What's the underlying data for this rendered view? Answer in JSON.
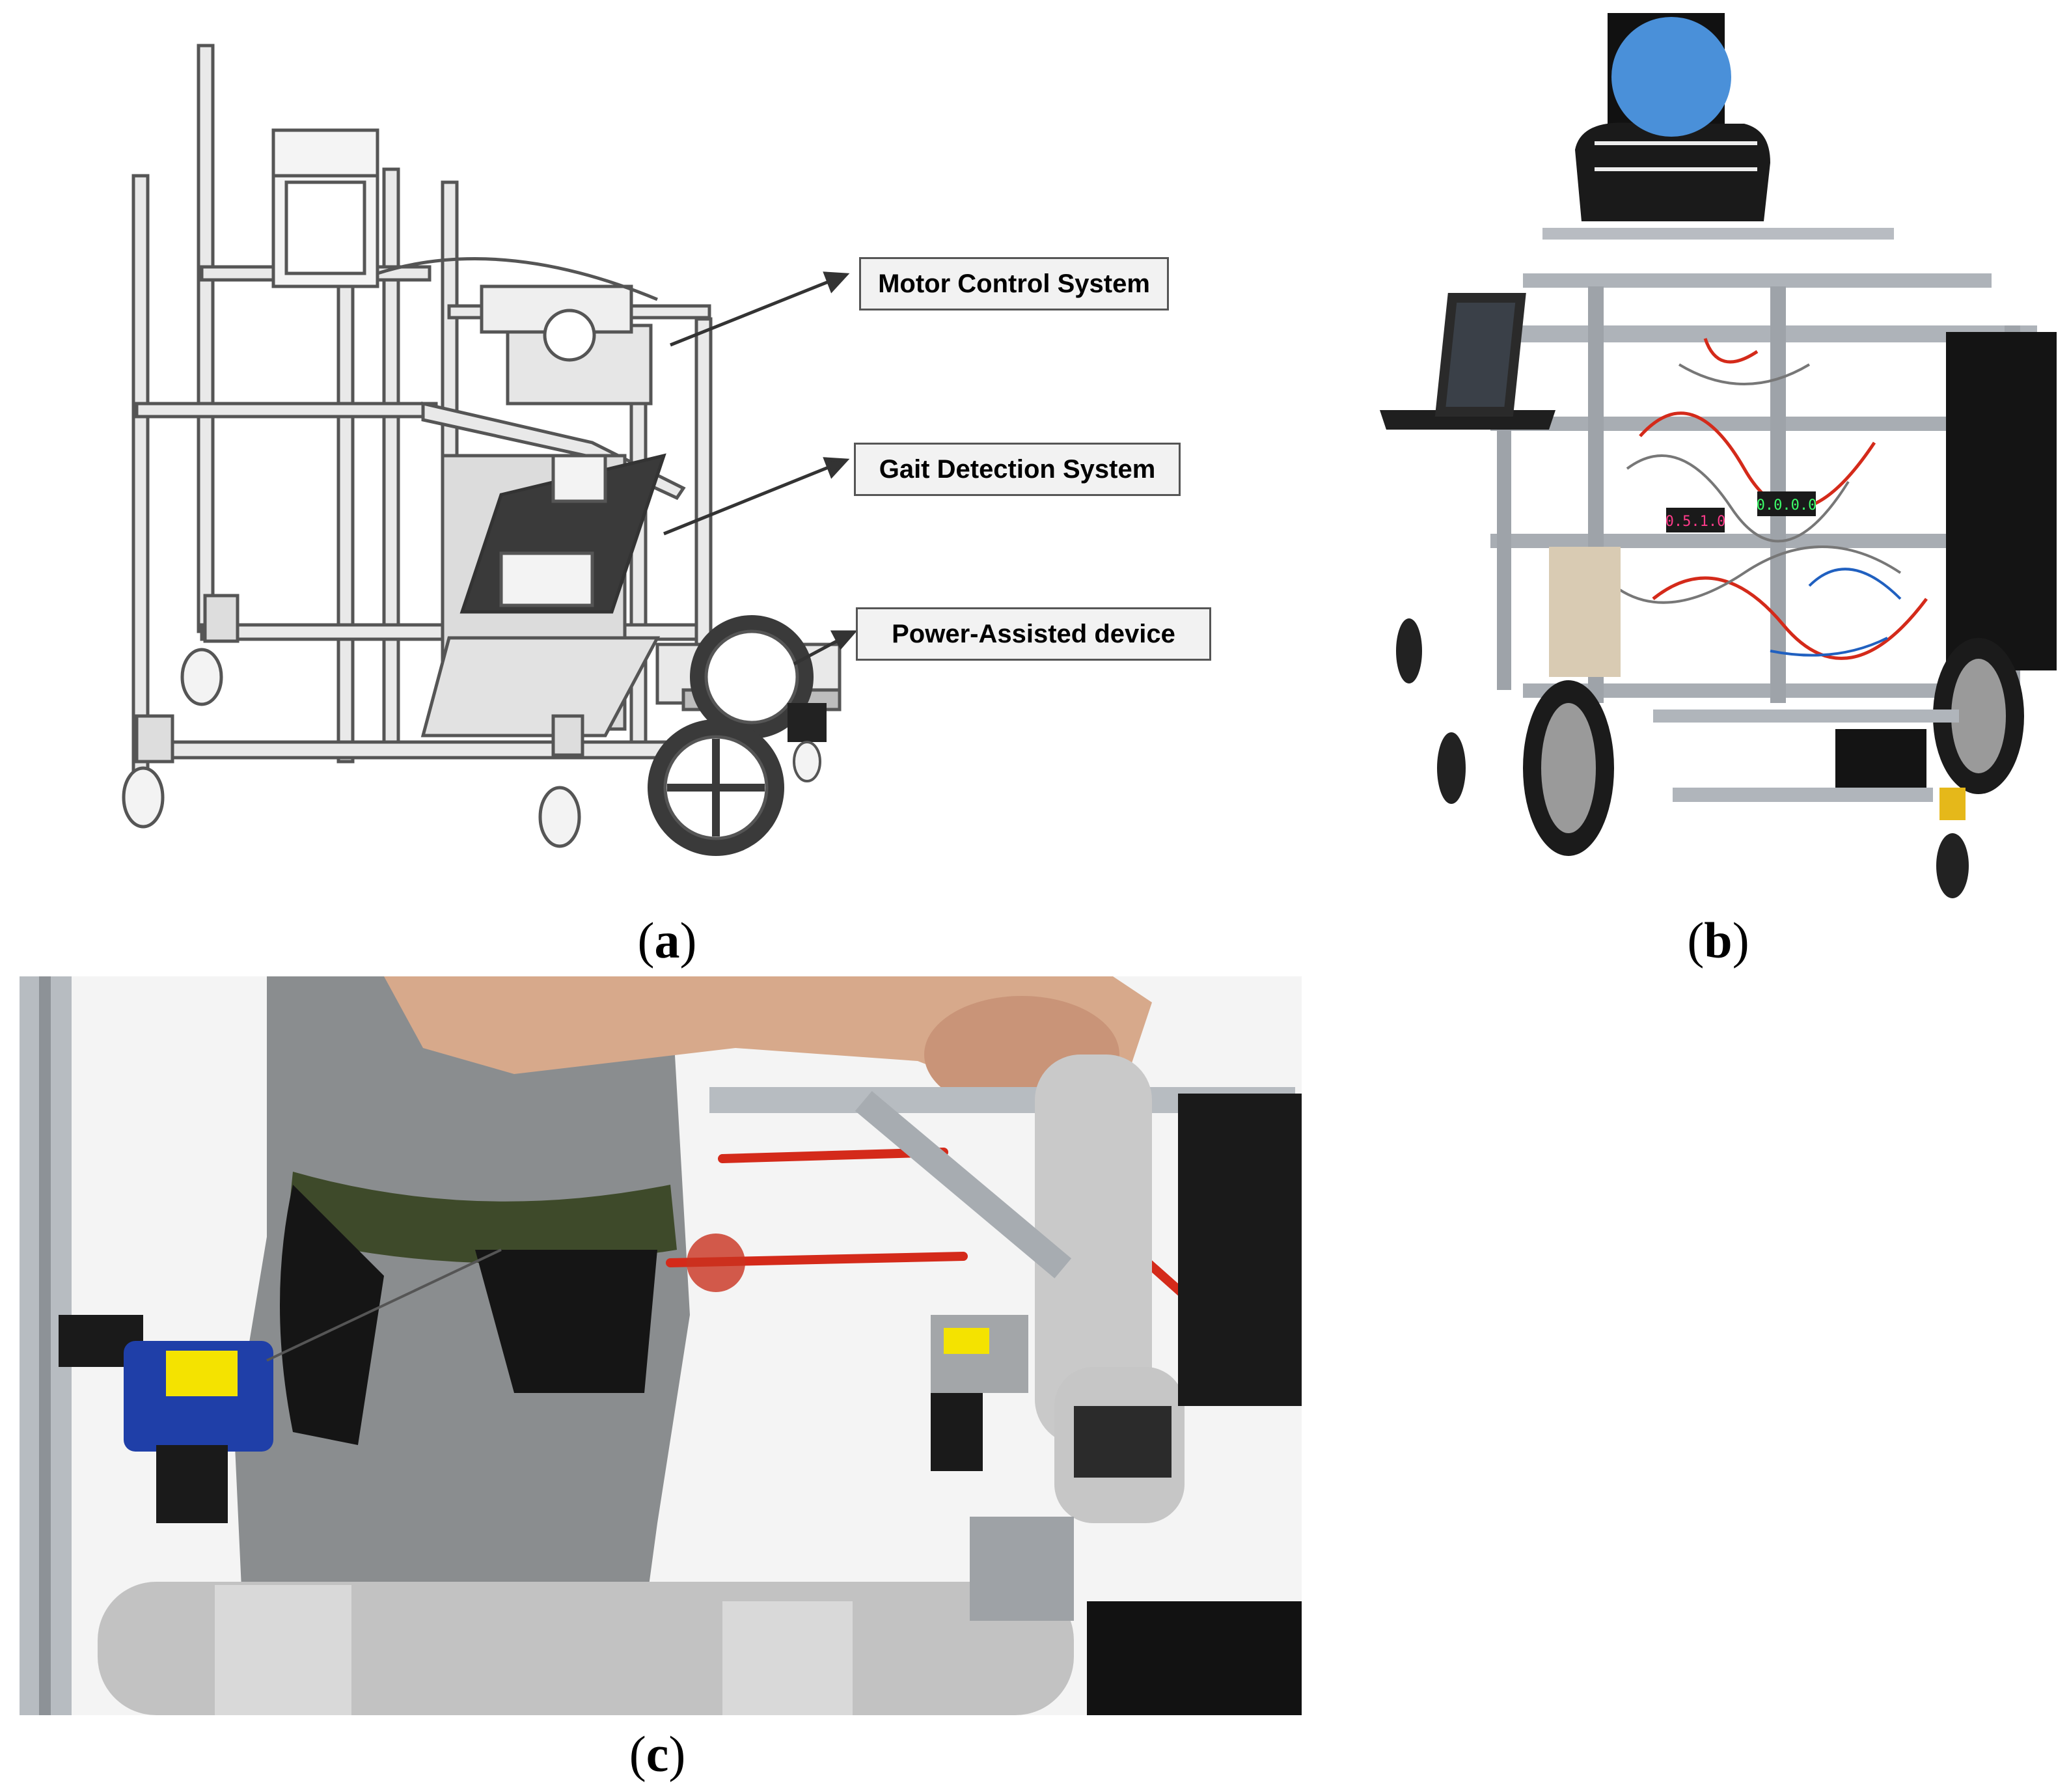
{
  "figure": {
    "panel_a": {
      "callouts": [
        {
          "id": "motor",
          "label": "Motor Control System"
        },
        {
          "id": "gait",
          "label": "Gait Detection System"
        },
        {
          "id": "power",
          "label": "Power-Assisted device"
        }
      ],
      "caption_letter": "a"
    },
    "panel_b": {
      "caption_letter": "b",
      "display_left": "0.5.1.0",
      "display_right": "0.0.0.0"
    },
    "panel_c": {
      "caption_letter": "c"
    }
  },
  "colors": {
    "frame_line": "#555555",
    "face_mask": "#4a90d9",
    "wheel_dark": "#3a3a3a",
    "red_cable": "#d42a1a",
    "motor_blue": "#1f3fa8",
    "belt_green": "#3e4a2a",
    "foam_gray": "#c9c9c9"
  }
}
